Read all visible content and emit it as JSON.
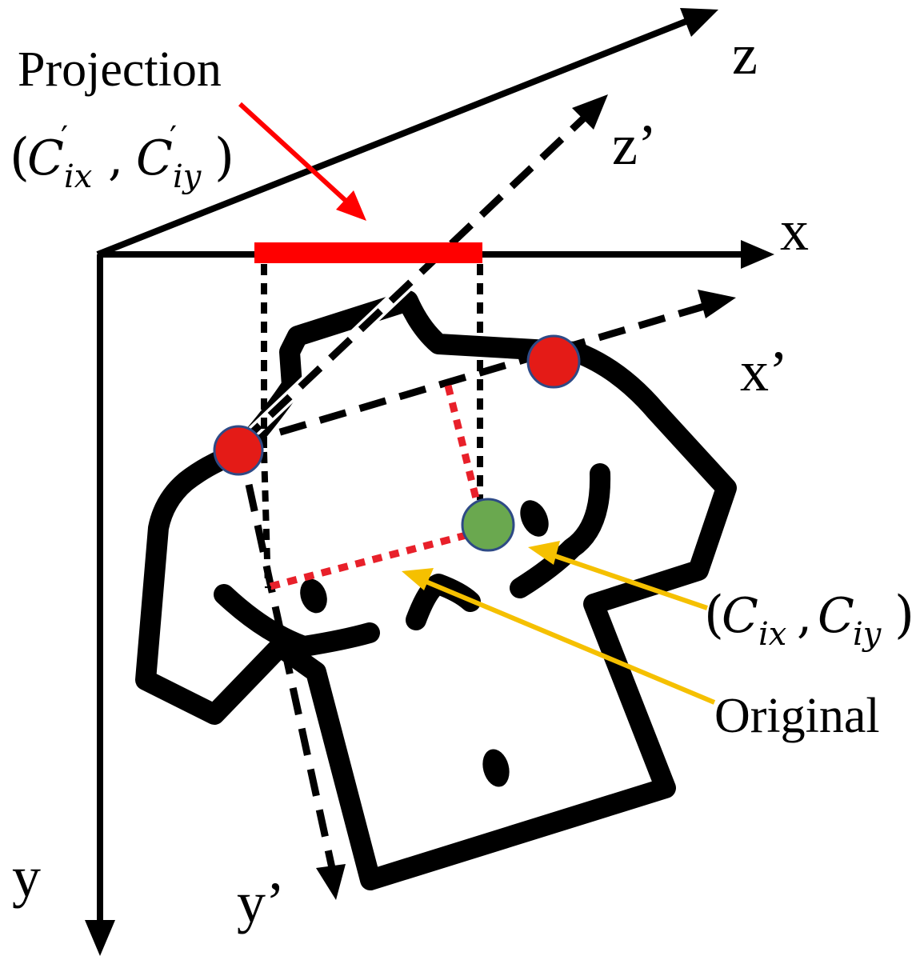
{
  "labels": {
    "projection": "Projection",
    "original": "Original",
    "axis_x": "x",
    "axis_y": "y",
    "axis_z": "z",
    "axis_x_prime": "x’",
    "axis_y_prime": "y’",
    "axis_z_prime": "z’"
  },
  "formulas": {
    "projected_coord": {
      "open": "(",
      "letter_1": "C",
      "prime_1": "′",
      "sub_1": "ix",
      "sep": ",",
      "letter_2": "C",
      "prime_2": "′",
      "sub_2": "iy",
      "close": ")"
    },
    "original_coord": {
      "open": "(",
      "letter_1": "C",
      "sub_1": "ix",
      "sep": ",",
      "letter_2": "C",
      "sub_2": "iy",
      "close": ")"
    }
  },
  "colors": {
    "ink": "#000000",
    "projection_red": "#ff0000",
    "dotted_red": "#e8202a",
    "keypoint_red": "#e41b17",
    "keypoint_outline": "#2e4a86",
    "center_green": "#6aa84f",
    "annotation_arrow": "#f5c000"
  },
  "icons": {
    "figure": "shirt-figure-icon",
    "keypoint": "circle-marker-icon"
  }
}
